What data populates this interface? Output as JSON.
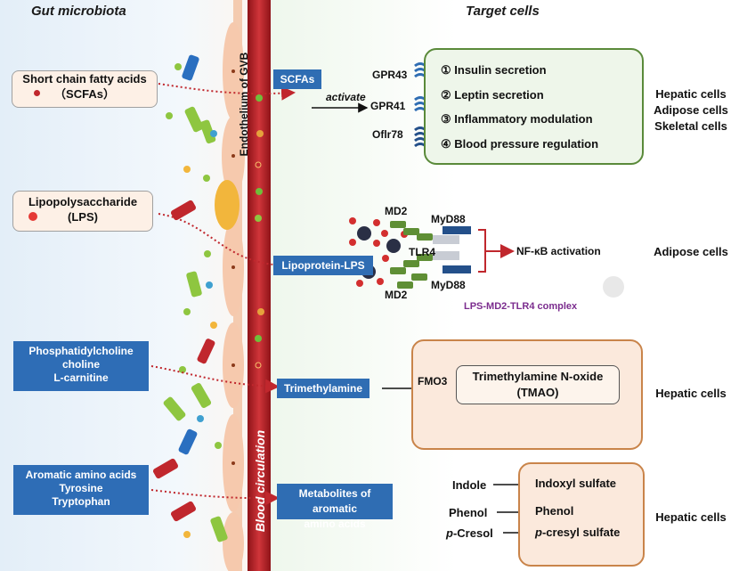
{
  "headers": {
    "left": "Gut microbiota",
    "right": "Target cells"
  },
  "vertical": {
    "gvb": "Endothelium of GVB",
    "blood": "Blood circulation"
  },
  "sources": {
    "scfa": [
      "Short chain fatty acids",
      "（SCFAs）"
    ],
    "lps": [
      "Lipopolysaccharide",
      "(LPS)"
    ],
    "pc": [
      "Phosphatidylcholine",
      "choline",
      "L-carnitine"
    ],
    "aa": [
      "Aromatic amino acids",
      "Tyrosine",
      "Tryptophan"
    ]
  },
  "circulating": {
    "scfas": "SCFAs",
    "lipoprotein": "Lipoprotein-LPS",
    "tma": "Trimethylamine",
    "metabolites": [
      "Metabolites of aromatic",
      "amino acids"
    ]
  },
  "scfa_panel": {
    "activate": "activate",
    "receptors": [
      "GPR43",
      "GPR41",
      "Oflr78"
    ],
    "effects": [
      "① Insulin secretion",
      "② Leptin secretion",
      "③ Inflammatory modulation",
      "④ Blood pressure regulation"
    ],
    "targets": [
      "Hepatic cells",
      "Adipose cells",
      "Skeletal cells"
    ]
  },
  "lps_panel": {
    "md2_top": "MD2",
    "md2_bottom": "MD2",
    "myd88_top": "MyD88",
    "myd88_bottom": "MyD88",
    "tlr4": "TLR4",
    "nfkb": "NF-κB activation",
    "complex": "LPS-MD2-TLR4 complex",
    "target": "Adipose cells"
  },
  "tmao_panel": {
    "enzyme": "FMO3",
    "product": [
      "Trimethylamine N-oxide",
      "(TMAO)"
    ],
    "target": "Hepatic cells"
  },
  "aa_panel": {
    "inputs": [
      "Indole",
      "Phenol",
      "p-Cresol"
    ],
    "outputs": [
      "Indoxyl sulfate",
      "Phenol",
      "p-cresyl sulfate"
    ],
    "target": "Hepatic cells"
  },
  "colors": {
    "blood": "#c0272d",
    "box_blue": "#2e6db6",
    "green_border": "#5a8a3a",
    "orange_border": "#c9844a",
    "lps_bg": "#dbe8f5",
    "arrow_red": "#c0272d"
  }
}
